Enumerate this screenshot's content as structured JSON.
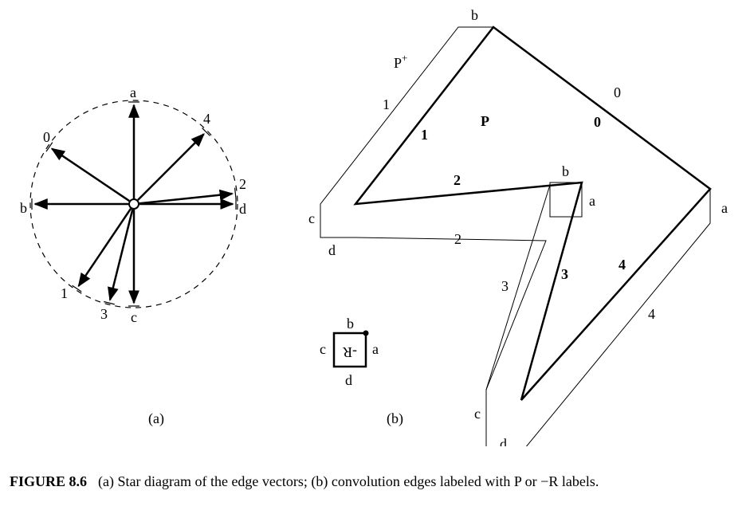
{
  "panel_a": {
    "vectors": [
      {
        "label": "a",
        "angle_deg": 90
      },
      {
        "label": "4",
        "angle_deg": 45
      },
      {
        "label": "0",
        "angle_deg": 146
      },
      {
        "label": "2",
        "angle_deg": 6
      },
      {
        "label": "d",
        "angle_deg": 0
      },
      {
        "label": "b",
        "angle_deg": 180
      },
      {
        "label": "1",
        "angle_deg": 236
      },
      {
        "label": "3",
        "angle_deg": 256
      },
      {
        "label": "c",
        "angle_deg": 270
      }
    ],
    "caption": "(a)"
  },
  "panel_b": {
    "p_plus_label": "P",
    "p_plus_sup": "+",
    "p_label": "P",
    "outer_edge_labels": [
      "0",
      "1",
      "2",
      "3",
      "4"
    ],
    "inner_edge_labels": [
      "0",
      "1",
      "2",
      "3",
      "4"
    ],
    "vertex_labels": [
      "b",
      "a",
      "b",
      "a",
      "c",
      "d",
      "c",
      "d"
    ],
    "key_box": {
      "text": "-R",
      "top": "b",
      "left": "c",
      "right": "a",
      "bottom": "d"
    },
    "caption": "(b)"
  },
  "caption": {
    "figure_label": "FIGURE 8.6",
    "text": "(a) Star diagram of the edge vectors; (b) convolution edges labeled with P or −R labels."
  }
}
